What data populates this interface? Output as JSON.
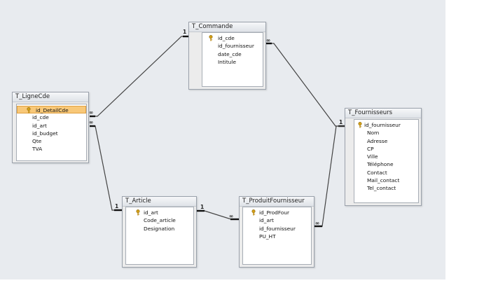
{
  "tables": [
    {
      "name": "T_Commande",
      "fields": [
        {
          "label": "id_cde",
          "key": true
        },
        {
          "label": "id_fournisseur",
          "key": false
        },
        {
          "label": "date_cde",
          "key": false
        },
        {
          "label": "Intitule",
          "key": false
        }
      ]
    },
    {
      "name": "T_LigneCde",
      "fields": [
        {
          "label": "id_DetailCde",
          "key": true,
          "selected": true
        },
        {
          "label": "id_cde",
          "key": false
        },
        {
          "label": "id_art",
          "key": false
        },
        {
          "label": "id_budget",
          "key": false
        },
        {
          "label": "Qte",
          "key": false
        },
        {
          "label": "TVA",
          "key": false
        }
      ]
    },
    {
      "name": "T_Fournisseurs",
      "fields": [
        {
          "label": "id_fournisseur",
          "key": true
        },
        {
          "label": "Nom",
          "key": false
        },
        {
          "label": "Adresse",
          "key": false
        },
        {
          "label": "CP",
          "key": false
        },
        {
          "label": "Ville",
          "key": false
        },
        {
          "label": "Téléphone",
          "key": false
        },
        {
          "label": "Contact",
          "key": false
        },
        {
          "label": "Mail_contact",
          "key": false
        },
        {
          "label": "Tel_contact",
          "key": false
        }
      ]
    },
    {
      "name": "T_Article",
      "fields": [
        {
          "label": "id_art",
          "key": true
        },
        {
          "label": "Code_article",
          "key": false
        },
        {
          "label": "Designation",
          "key": false
        }
      ]
    },
    {
      "name": "T_ProduitFournisseur",
      "fields": [
        {
          "label": "id_ProdFour",
          "key": true
        },
        {
          "label": "id_art",
          "key": false
        },
        {
          "label": "id_fournisseur",
          "key": false
        },
        {
          "label": "PU_HT",
          "key": false
        }
      ]
    }
  ],
  "relationships": [
    {
      "from": "T_Commande",
      "from_card": "1",
      "to": "T_LigneCde",
      "to_card": "∞"
    },
    {
      "from": "T_Fournisseurs",
      "from_card": "1",
      "to": "T_Commande",
      "to_card": "∞"
    },
    {
      "from": "T_Article",
      "from_card": "1",
      "to": "T_LigneCde",
      "to_card": "∞"
    },
    {
      "from": "T_Article",
      "from_card": "1",
      "to": "T_ProduitFournisseur",
      "to_card": "∞"
    },
    {
      "from": "T_Fournisseurs",
      "from_card": "1",
      "to": "T_ProduitFournisseur",
      "to_card": "∞"
    }
  ],
  "colors": {
    "canvas": "#e8ebef",
    "selected_field": "#f8c878",
    "key_icon": "#d4a017"
  },
  "icons": {
    "primary_key": "key-icon"
  }
}
